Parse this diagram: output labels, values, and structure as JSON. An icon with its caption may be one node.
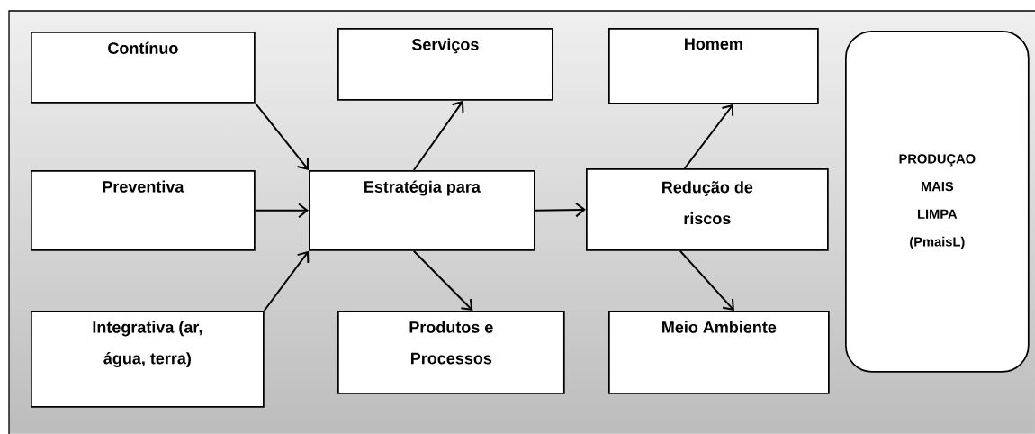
{
  "diagram": {
    "nodes": [
      {
        "text": [
          "Contínuo"
        ]
      },
      {
        "text": [
          "Preventiva"
        ]
      },
      {
        "text": [
          "Integrativa (ar, água, terra)"
        ]
      },
      {
        "text": [
          "Estratégia para"
        ]
      },
      {
        "text": [
          "Serviços"
        ]
      },
      {
        "text": [
          "Produtos e Processos"
        ]
      },
      {
        "text": [
          "Redução de riscos"
        ]
      },
      {
        "text": [
          "Homem"
        ]
      },
      {
        "text": [
          "Meio Ambiente"
        ]
      },
      {
        "text": [
          "PRODUÇAO MAIS LIMPA (PmaisL)"
        ]
      }
    ],
    "edges": [
      {
        "from": 0,
        "to": 3,
        "arrow": "to"
      },
      {
        "from": 1,
        "to": 3,
        "arrow": "to"
      },
      {
        "from": 2,
        "to": 3,
        "arrow": "to"
      },
      {
        "from": 3,
        "to": 4,
        "arrow": "to"
      },
      {
        "from": 3,
        "to": 5,
        "arrow": "to"
      },
      {
        "from": 3,
        "to": 6,
        "arrow": "to"
      },
      {
        "from": 6,
        "to": 7,
        "arrow": "to"
      },
      {
        "from": 6,
        "to": 8,
        "arrow": "to"
      }
    ]
  }
}
